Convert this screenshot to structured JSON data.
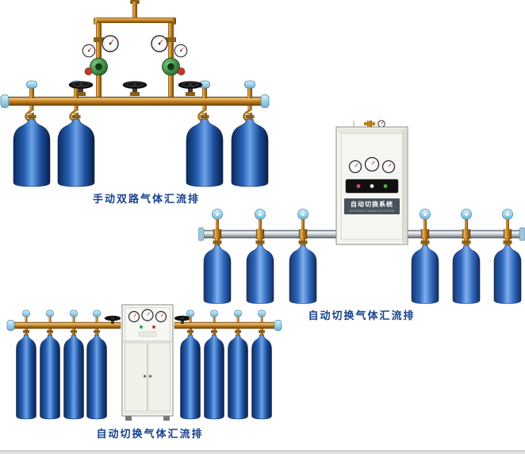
{
  "page": {
    "background": "#ffffff"
  },
  "products": [
    {
      "caption": "手动双路气体汇流排"
    },
    {
      "caption": "自动切换气体汇流排",
      "cabinet": {
        "label": "自动切换系统",
        "sublabel": "AUTOMATIC MANIFOLD SYSTEM"
      }
    },
    {
      "caption": "自动切换气体汇流排"
    }
  ],
  "colors": {
    "caption": "#17418f",
    "brass": "#c0821e",
    "cylinder_dark_blue": "#1d56a8",
    "cylinder_medium_blue": "#3570c4",
    "cap_light_blue": "#9fd8ee",
    "cabinet_body": "#f5f5f1",
    "aluminum_pipe": "#b8c0c8"
  }
}
